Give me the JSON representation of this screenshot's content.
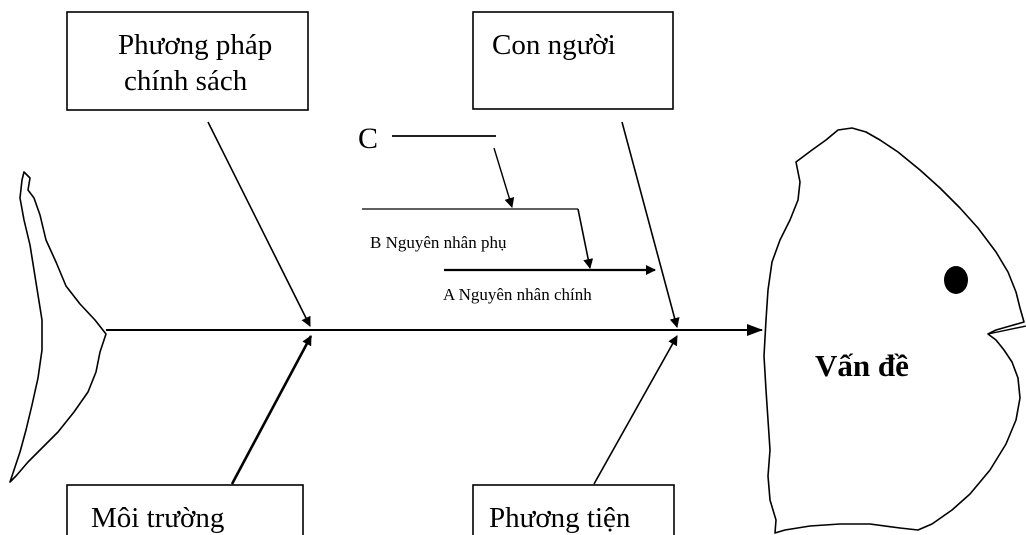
{
  "diagram": {
    "boxes": {
      "top_left": {
        "line1": "Phương pháp",
        "line2": "chính sách"
      },
      "top_right": {
        "line1": "Con người"
      },
      "bottom_left": {
        "line1": "Môi trường"
      },
      "bottom_right": {
        "line1": "Phương tiện"
      }
    },
    "causes": {
      "c_label": "C",
      "b_label": "B  Nguyên nhân phụ",
      "a_label": "A Nguyên nhân chính"
    },
    "head": {
      "label": "Vấn đề"
    }
  }
}
